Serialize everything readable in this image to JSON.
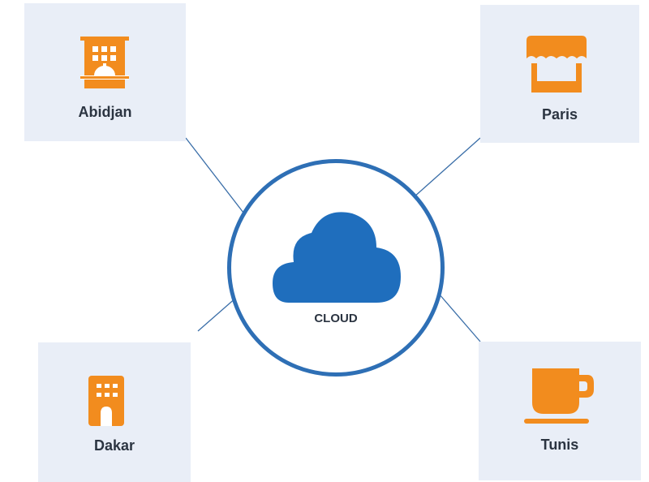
{
  "colors": {
    "accent": "#f28c1e",
    "hub_ring": "#2e6fb5",
    "cloud": "#1f6ebd",
    "connector": "#3a6ea8",
    "node_bg": "#e9eef7",
    "text": "#2b3441"
  },
  "hub": {
    "label": "CLOUD",
    "icon": "cloud-icon"
  },
  "nodes": {
    "abidjan": {
      "label": "Abidjan",
      "icon": "hotel-building-icon"
    },
    "paris": {
      "label": "Paris",
      "icon": "storefront-icon"
    },
    "dakar": {
      "label": "Dakar",
      "icon": "office-building-icon"
    },
    "tunis": {
      "label": "Tunis",
      "icon": "coffee-cup-icon"
    }
  }
}
